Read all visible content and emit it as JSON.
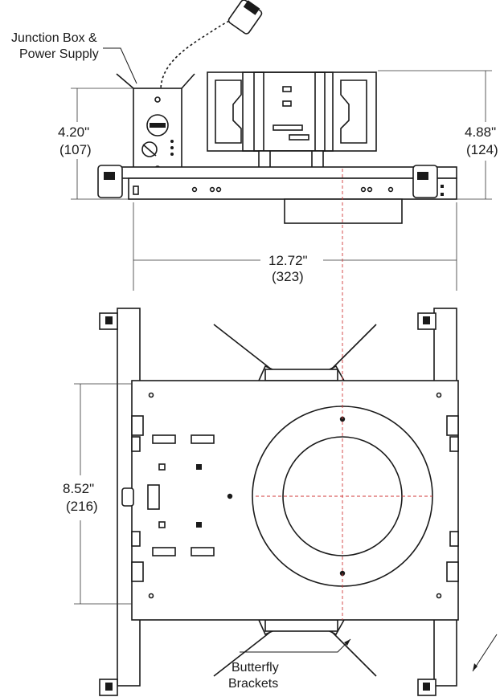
{
  "labels": {
    "junction_line1": "Junction Box &",
    "junction_line2": "Power Supply",
    "butterfly_line1": "Butterfly",
    "butterfly_line2": "Brackets"
  },
  "dimensions": {
    "jbox_height_in": "4.20\"",
    "jbox_height_mm": "(107)",
    "overall_height_in": "4.88\"",
    "overall_height_mm": "(124)",
    "width_in": "12.72\"",
    "width_mm": "(323)",
    "depth_in": "8.52\"",
    "depth_mm": "(216)"
  },
  "colors": {
    "line": "#1a1a1a",
    "centerline": "#d23a3a"
  }
}
